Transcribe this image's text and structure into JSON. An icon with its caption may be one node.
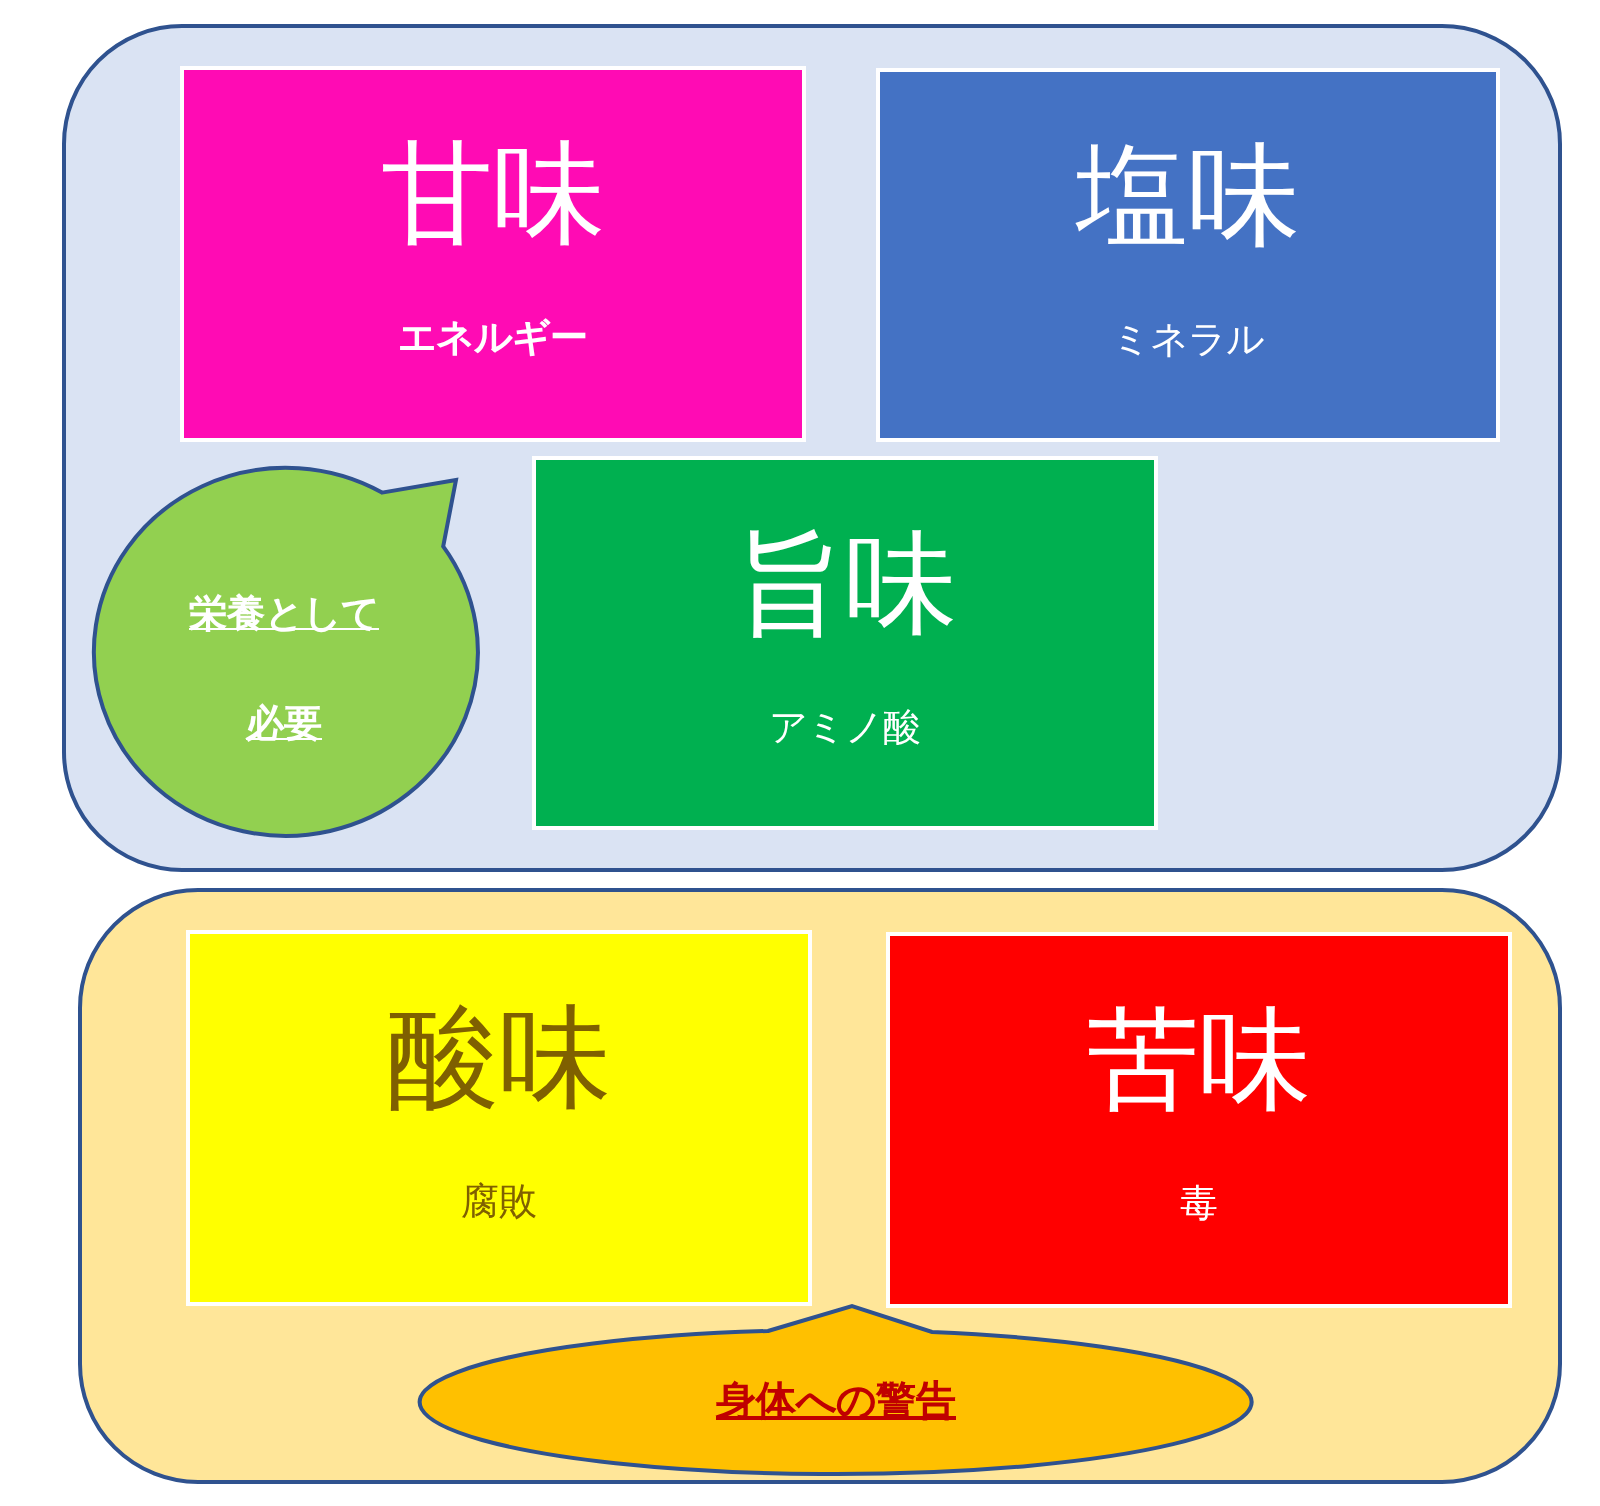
{
  "diagram": {
    "nodes": [
      {
        "text": [],
        "shape": "box"
      },
      {
        "text": [
          "甘味",
          "エネルギー"
        ],
        "in": 0
      },
      {
        "text": [
          "塩味",
          "ミネラル"
        ],
        "in": 0
      },
      {
        "text": [
          "旨味",
          "アミノ酸"
        ],
        "in": 0
      },
      {
        "text": [
          "栄養として必要"
        ],
        "in": 0
      },
      {
        "text": [],
        "shape": "box"
      },
      {
        "text": [
          "酸味",
          "腐敗"
        ],
        "in": 5
      },
      {
        "text": [
          "苦味",
          "毒"
        ],
        "in": 5
      },
      {
        "text": [
          "身体への警告"
        ],
        "in": 5
      }
    ]
  }
}
